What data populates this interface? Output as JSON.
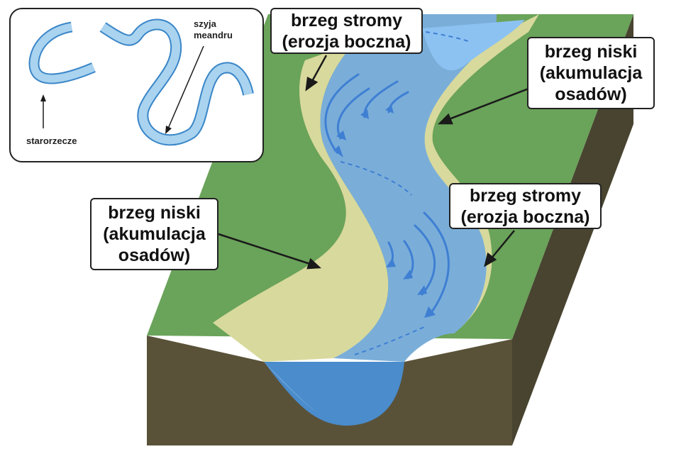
{
  "colors": {
    "grass": "#6aa35a",
    "grass_dark": "#5c934d",
    "sand": "#d8d99c",
    "water": "#7aaed9",
    "water_deep": "#4a8ccc",
    "water_far": "#8cc2f2",
    "soil_front": "#5a5238",
    "soil_side": "#484430",
    "arrow_blue": "#3f7fd3",
    "label_border": "#222222"
  },
  "callouts": {
    "steep_top": {
      "line1": "brzeg stromy",
      "line2": "(erozja boczna)"
    },
    "low_right": {
      "line1": "brzeg niski",
      "line2": "(akumulacja",
      "line3": "osadów)"
    },
    "low_left": {
      "line1": "brzeg niski",
      "line2": "(akumulacja",
      "line3": "osadów)"
    },
    "steep_right": {
      "line1": "brzeg stromy",
      "line2": "(erozja boczna)"
    }
  },
  "inset": {
    "oxbow_label": "starorzecze",
    "neck_label_line1": "szyja",
    "neck_label_line2": "meandru"
  }
}
